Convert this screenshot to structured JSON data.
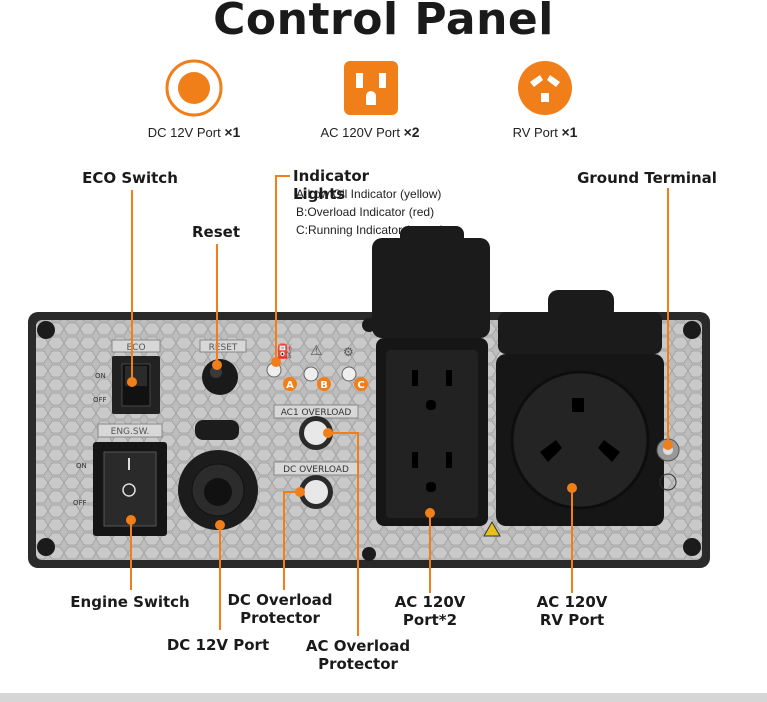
{
  "title": "Control Panel",
  "ports": [
    {
      "name": "DC 12V Port",
      "count": "×1",
      "icon": "dc-round-port-icon"
    },
    {
      "name": "AC 120V Port",
      "count": "×2",
      "icon": "ac-outlet-icon"
    },
    {
      "name": "RV Port",
      "count": "×1",
      "icon": "rv-outlet-icon"
    }
  ],
  "callouts": {
    "eco_switch": "ECO Switch",
    "reset": "Reset",
    "indicator_lights": "Indicator Lights",
    "indicator_a": "A:Low Oil Indicator (yellow)",
    "indicator_b": "B:Overload Indicator (red)",
    "indicator_c": "C:Running Indicator (green)",
    "ground_terminal": "Ground Terminal",
    "engine_switch": "Engine Switch",
    "dc_port": "DC 12V Port",
    "dc_overload_1": "DC Overload",
    "dc_overload_2": "Protector",
    "ac_overload_1": "AC Overload",
    "ac_overload_2": "Protector",
    "ac_port_1": "AC 120V",
    "ac_port_2": "Port*2",
    "rv_port_1": "AC 120V",
    "rv_port_2": "RV Port"
  },
  "panel": {
    "eco_label": "ECO",
    "reset_label": "RESET",
    "eng_label": "ENG.SW.",
    "ac1_overload": "AC1 OVERLOAD",
    "dc_overload": "DC OVERLOAD",
    "on": "ON",
    "off": "OFF",
    "led_a": "A",
    "led_b": "B",
    "led_c": "C"
  },
  "colors": {
    "accent": "#f07f1a",
    "panel": "#b9b9b9",
    "ink": "#1a1a1a"
  }
}
